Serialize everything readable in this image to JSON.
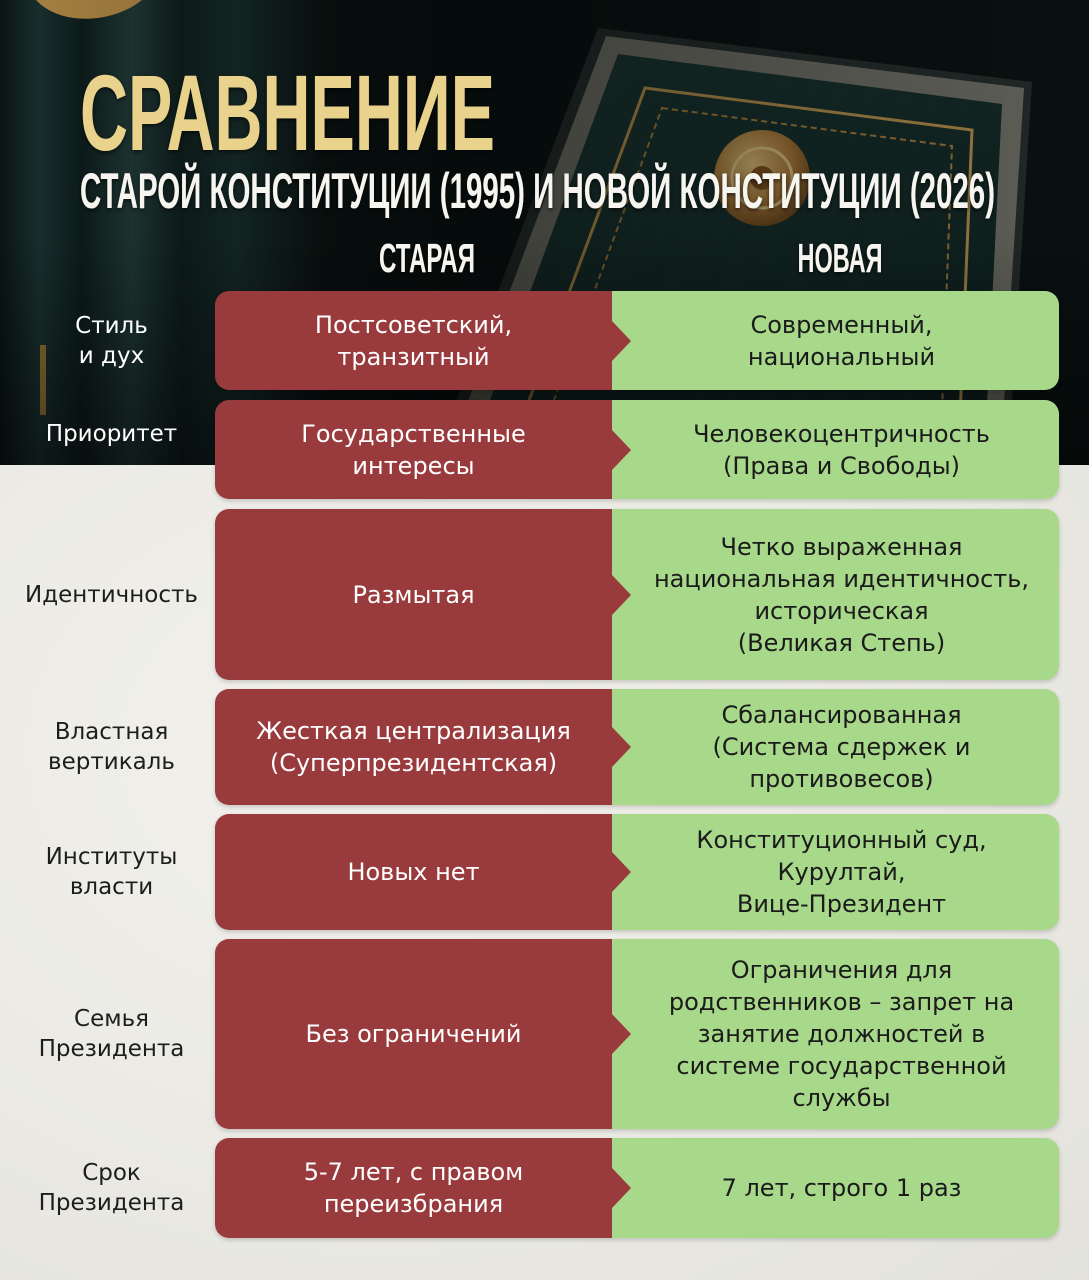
{
  "title": "СРАВНЕНИЕ",
  "subtitle": "СТАРОЙ КОНСТИТУЦИИ (1995) И НОВОЙ КОНСТИТУЦИИ (2026)",
  "columns": {
    "old": "СТАРАЯ",
    "new": "НОВАЯ"
  },
  "rows": [
    {
      "label": "Стиль\nи дух",
      "old": "Постсоветский,\nтранзитный",
      "new": "Современный,\nнациональный"
    },
    {
      "label": "Приоритет",
      "old": "Государственные\nинтересы",
      "new": "Человекоцентричность\n(Права и Свободы)"
    },
    {
      "label": "Идентичность",
      "old": "Размытая",
      "new": "Четко выраженная\nнациональная идентичность,\nисторическая\n(Великая Степь)"
    },
    {
      "label": "Властная\nвертикаль",
      "old": "Жесткая централизация\n(Суперпрезидентская)",
      "new": "Сбалансированная\n(Система сдержек и\nпротивовесов)"
    },
    {
      "label": "Институты\nвласти",
      "old": "Новых нет",
      "new": "Конституционный суд,\nКурултай,\nВице-Президент"
    },
    {
      "label": "Семья\nПрезидента",
      "old": "Без ограничений",
      "new": "Ограничения для\nродственников – запрет на\nзанятие должностей в\nсистеме государственной\nслужбы"
    },
    {
      "label": "Срок\nПрезидента",
      "old": "5-7 лет, с правом\nпереизбрания",
      "new": "7 лет, строго 1 раз"
    }
  ],
  "colors": {
    "title_gold": "#e9d28b",
    "old_cell": "#993a3d",
    "new_cell": "#a8d98b",
    "header_bg": "#0c1615",
    "body_bg": "#ebeae4"
  }
}
